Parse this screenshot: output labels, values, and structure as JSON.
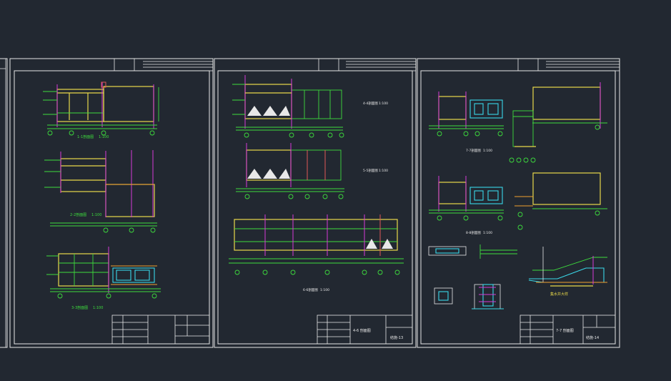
{
  "canvas": {
    "background": "#222831"
  },
  "colors": {
    "line_white": "#e8e8e8",
    "line_green": "#3ddc3d",
    "line_yellow": "#e8d84a",
    "line_red": "#e05858",
    "line_magenta": "#d63ad6",
    "line_cyan": "#3ad8e8",
    "line_orange": "#f0a030"
  },
  "sheets": [
    {
      "id": "sheet-left",
      "views": [
        {
          "label": "1-1剖面图",
          "scale": "1:100"
        },
        {
          "label": "2-2剖面图",
          "scale": "1:100"
        },
        {
          "label": "3-3剖面图",
          "scale": "1:100"
        }
      ],
      "title_block": {
        "drawing_no": ""
      }
    },
    {
      "id": "sheet-middle",
      "views": [
        {
          "label": "4-4剖面图",
          "scale": "1:100"
        },
        {
          "label": "5-5剖面图",
          "scale": "1:100"
        },
        {
          "label": "6-6剖面图",
          "scale": "1:100"
        }
      ],
      "title_block": {
        "title": "4-6 剖面图",
        "drawing_no": "结施-13"
      }
    },
    {
      "id": "sheet-right",
      "views": [
        {
          "label": "7-7剖面图",
          "scale": "1:100"
        },
        {
          "label": "8-8剖面图",
          "scale": "1:100"
        },
        {
          "label": "集水井大样",
          "scale": ""
        }
      ],
      "title_block": {
        "title": "7-7 剖面图",
        "drawing_no": "结施-14"
      }
    }
  ]
}
